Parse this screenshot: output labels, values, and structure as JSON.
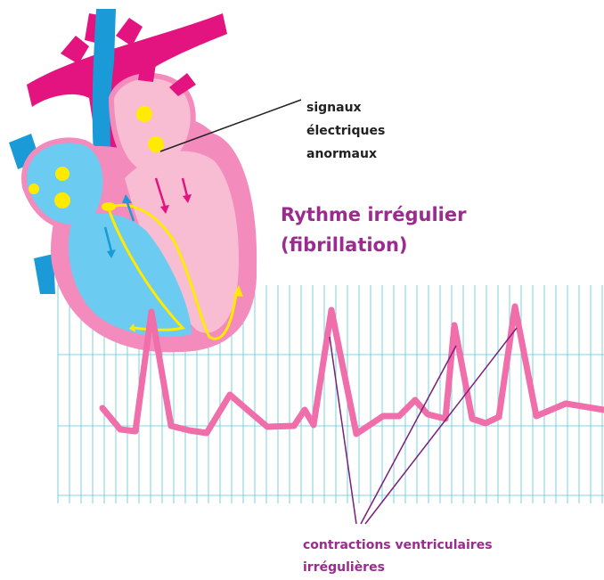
{
  "title": {
    "line1": "Rythme irrégulier",
    "line2": "(fibrillation)"
  },
  "signal_label": {
    "line1": "signaux",
    "line2": "électriques",
    "line3": "anormaux"
  },
  "caption": {
    "line1": "contractions ventriculaires",
    "line2": "irrégulières"
  },
  "colors": {
    "title": "#9b2b8e",
    "caption": "#9b2b8e",
    "ecg_trace": "#f06eaa",
    "grid": "#5bc6d6",
    "vessel_magenta": "#e3147f",
    "vessel_blue": "#1a9ad6",
    "right_chamber": "#6ccbf0",
    "left_chamber": "#f8bdd2",
    "heart_outline": "#f48bbd",
    "signal_yellow": "#ffea00",
    "pointer_lines": "#7b1f7a"
  },
  "icons": [
    "heart-diagram",
    "ecg-trace",
    "signal-burst-icon"
  ]
}
